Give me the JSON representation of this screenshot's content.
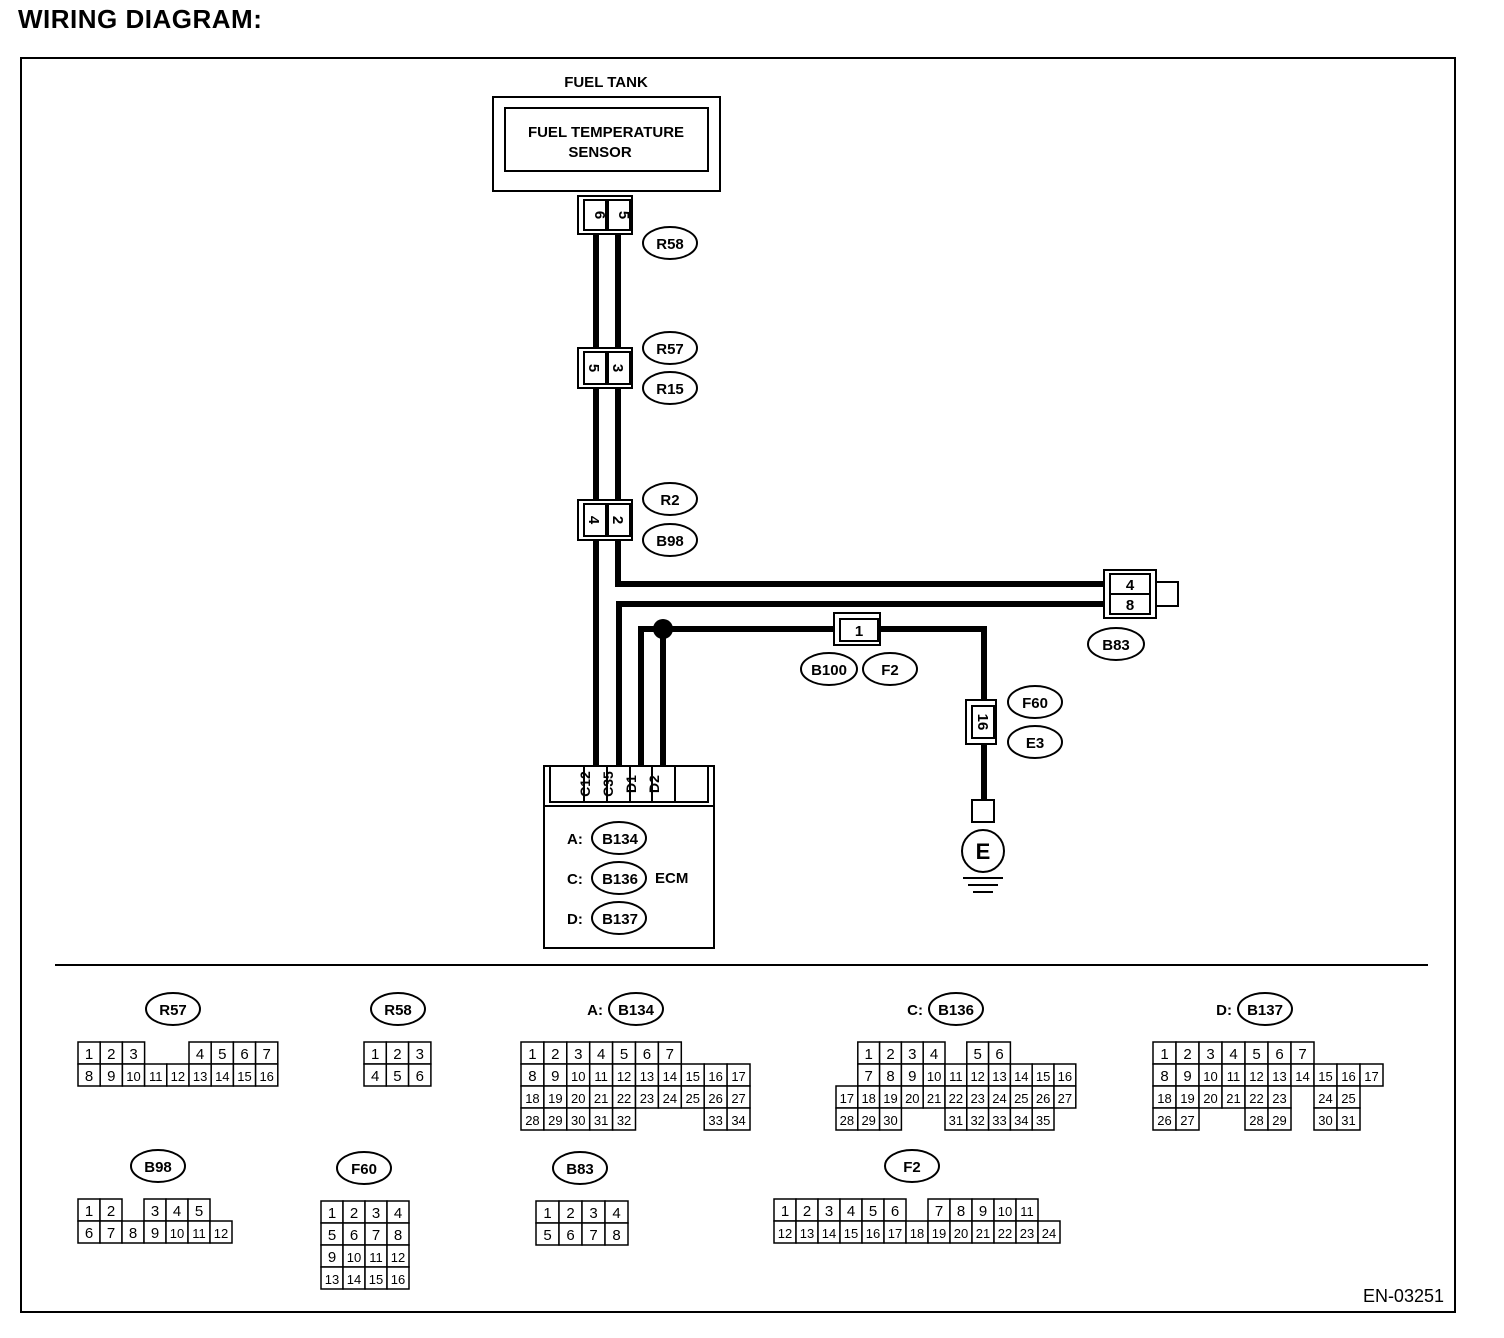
{
  "title": "WIRING DIAGRAM:",
  "fuel_tank_label": "FUEL TANK",
  "sensor_label": [
    "FUEL TEMPERATURE",
    "SENSOR"
  ],
  "doc_id": "EN-03251",
  "ecm": {
    "label": "ECM",
    "pins": [
      "C12",
      "C35",
      "D1",
      "D2"
    ],
    "connectors": [
      {
        "prefix": "A:",
        "name": "B134"
      },
      {
        "prefix": "C:",
        "name": "B136"
      },
      {
        "prefix": "D:",
        "name": "B137"
      }
    ]
  },
  "ground_label": "E",
  "connectors": {
    "r58": {
      "pins": [
        "6",
        "5"
      ],
      "tags": [
        "R58"
      ]
    },
    "r57": {
      "pins": [
        "5",
        "3"
      ],
      "tags": [
        "R57",
        "R15"
      ]
    },
    "r2": {
      "pins": [
        "4",
        "2"
      ],
      "tags": [
        "R2",
        "B98"
      ]
    },
    "b83": {
      "pins": [
        "4",
        "8"
      ],
      "tags": [
        "B83"
      ]
    },
    "b100": {
      "pins": [
        "1"
      ],
      "tags": [
        "B100",
        "F2"
      ]
    },
    "f60": {
      "pins": [
        "16"
      ],
      "tags": [
        "F60",
        "E3"
      ]
    }
  },
  "faces": [
    {
      "name": "R57",
      "prefix": "",
      "rows": [
        [
          "1",
          "2",
          "3",
          "",
          "",
          "4",
          "5",
          "6",
          "7"
        ],
        [
          "8",
          "9",
          "10",
          "11",
          "12",
          "13",
          "14",
          "15",
          "16"
        ]
      ]
    },
    {
      "name": "R58",
      "prefix": "",
      "rows": [
        [
          "1",
          "2",
          "3"
        ],
        [
          "4",
          "5",
          "6"
        ]
      ]
    },
    {
      "name": "B134",
      "prefix": "A:",
      "rows": [
        [
          "1",
          "2",
          "3",
          "4",
          "5",
          "6",
          "7"
        ],
        [
          "8",
          "9",
          "10",
          "11",
          "12",
          "13",
          "14",
          "15",
          "16",
          "17"
        ],
        [
          "18",
          "19",
          "20",
          "21",
          "22",
          "23",
          "24",
          "25",
          "26",
          "27"
        ],
        [
          "28",
          "29",
          "30",
          "31",
          "32",
          "",
          "",
          "",
          "33",
          "34"
        ]
      ]
    },
    {
      "name": "B136",
      "prefix": "C:",
      "rows": [
        [
          "",
          "1",
          "2",
          "3",
          "4",
          "",
          "5",
          "6"
        ],
        [
          "",
          "7",
          "8",
          "9",
          "10",
          "11",
          "12",
          "13",
          "14",
          "15",
          "16"
        ],
        [
          "17",
          "18",
          "19",
          "20",
          "21",
          "22",
          "23",
          "24",
          "25",
          "26",
          "27"
        ],
        [
          "28",
          "29",
          "30",
          "",
          "",
          "31",
          "32",
          "33",
          "34",
          "35"
        ]
      ]
    },
    {
      "name": "B137",
      "prefix": "D:",
      "rows": [
        [
          "1",
          "2",
          "3",
          "4",
          "5",
          "6",
          "7"
        ],
        [
          "8",
          "9",
          "10",
          "11",
          "12",
          "13",
          "14",
          "15",
          "16",
          "17"
        ],
        [
          "18",
          "19",
          "20",
          "21",
          "22",
          "23",
          "",
          "24",
          "25"
        ],
        [
          "26",
          "27",
          "",
          "",
          "28",
          "29",
          "",
          "30",
          "31"
        ]
      ]
    },
    {
      "name": "B98",
      "prefix": "",
      "rows": [
        [
          "1",
          "2",
          "",
          "3",
          "4",
          "5"
        ],
        [
          "6",
          "7",
          "8",
          "9",
          "10",
          "11",
          "12"
        ]
      ]
    },
    {
      "name": "F60",
      "prefix": "",
      "rows": [
        [
          "1",
          "2",
          "3",
          "4"
        ],
        [
          "5",
          "6",
          "7",
          "8"
        ],
        [
          "9",
          "10",
          "11",
          "12"
        ],
        [
          "13",
          "14",
          "15",
          "16"
        ]
      ]
    },
    {
      "name": "B83",
      "prefix": "",
      "rows": [
        [
          "1",
          "2",
          "3",
          "4"
        ],
        [
          "5",
          "6",
          "7",
          "8"
        ]
      ]
    },
    {
      "name": "F2",
      "prefix": "",
      "rows": [
        [
          "1",
          "2",
          "3",
          "4",
          "5",
          "6",
          "",
          "7",
          "8",
          "9",
          "10",
          "11"
        ],
        [
          "12",
          "13",
          "14",
          "15",
          "16",
          "17",
          "18",
          "19",
          "20",
          "21",
          "22",
          "23",
          "24"
        ]
      ]
    }
  ]
}
